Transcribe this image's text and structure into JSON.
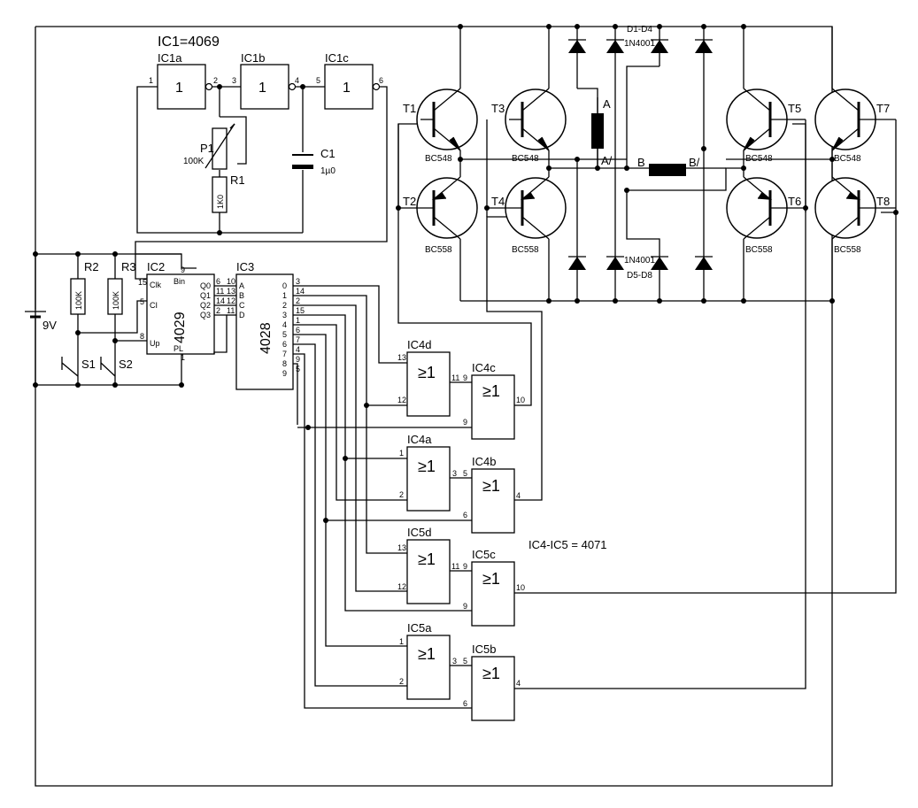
{
  "title": "IC1=4069",
  "ic1": {
    "a": "IC1a",
    "b": "IC1b",
    "c": "IC1c",
    "symbol": "1",
    "pins": [
      "1",
      "2",
      "3",
      "4",
      "5",
      "6"
    ]
  },
  "passives": {
    "p1": "P1",
    "p1_value": "100K",
    "r1": "R1",
    "r1_value": "1K0",
    "c1": "C1",
    "c1_value": "1µ0",
    "r2": "R2",
    "r2_value": "100K",
    "r3": "R3",
    "r3_value": "100K",
    "battery": "9V",
    "s1": "S1",
    "s2": "S2"
  },
  "ic2": {
    "name": "IC2",
    "part": "4029",
    "pin_clk": "Clk",
    "pin_ci": "CI",
    "pin_up": "Up",
    "pin_bin": "Bin",
    "pin_pl": "PL",
    "outputs": [
      "Q0",
      "Q1",
      "Q2",
      "Q3"
    ],
    "num_clk": "15",
    "num_ci": "5",
    "num_up": "8",
    "num_bin": "9",
    "num_pl": "1",
    "num_out": [
      "6",
      "11",
      "14",
      "2"
    ],
    "num_in": [
      "10",
      "13",
      "12",
      "11"
    ]
  },
  "ic3": {
    "name": "IC3",
    "part": "4028",
    "inputs": [
      "A",
      "B",
      "C",
      "D"
    ],
    "outputs": [
      "0",
      "1",
      "2",
      "3",
      "4",
      "5",
      "6",
      "7",
      "8",
      "9"
    ],
    "out_pins": [
      "3",
      "14",
      "2",
      "15",
      "1",
      "6",
      "7",
      "4",
      "9",
      "5"
    ]
  },
  "gates": {
    "symbol": "≥1",
    "ic4d": "IC4d",
    "ic4c": "IC4c",
    "ic4a": "IC4a",
    "ic4b": "IC4b",
    "ic5d": "IC5d",
    "ic5c": "IC5c",
    "ic5a": "IC5a",
    "ic5b": "IC5b",
    "pin_1": "1",
    "pin_2": "2",
    "pin_3": "3",
    "pin_4": "4",
    "pin_5": "5",
    "pin_6": "6",
    "pin_9": "9",
    "pin_10": "10",
    "pin_11": "11",
    "pin_12": "12",
    "pin_13": "13",
    "note": "IC4-IC5 = 4071"
  },
  "bridge": {
    "t1": "T1",
    "t2": "T2",
    "t3": "T3",
    "t4": "T4",
    "t5": "T5",
    "t6": "T6",
    "t7": "T7",
    "t8": "T8",
    "npn": "BC548",
    "pnp": "BC558",
    "d_top": "D1-D4",
    "d_top_part": "1N4001",
    "d_bot": "D5-D8",
    "d_bot_part": "1N4001",
    "coil_a": "A",
    "coil_a_end": "A/",
    "coil_b": "B",
    "coil_b_end": "B/"
  }
}
